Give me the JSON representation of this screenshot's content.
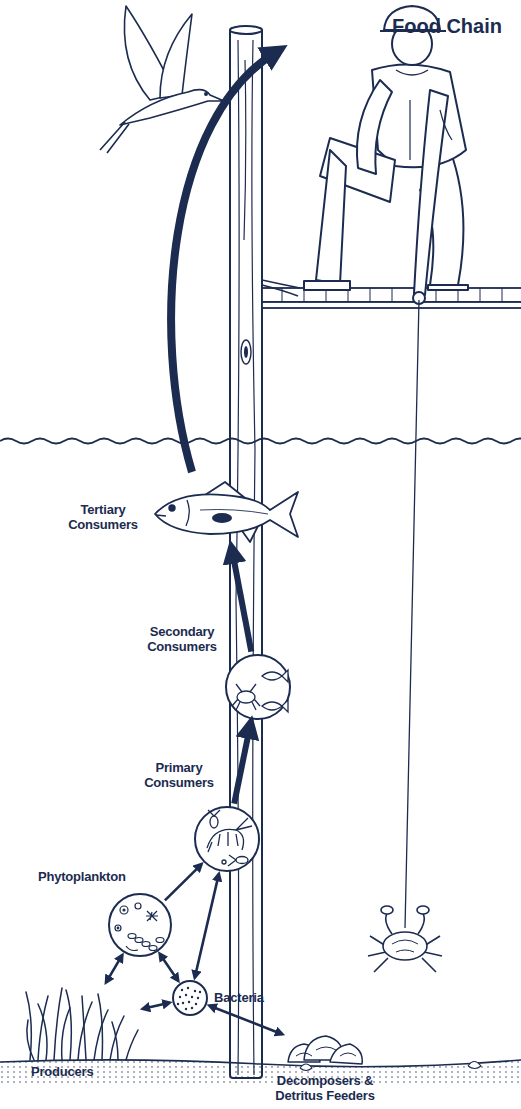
{
  "diagram": {
    "title": "Food Chain",
    "nodes": [
      {
        "text": [
          "Tertiary Consumers"
        ]
      },
      {
        "text": [
          "Secondary Consumers"
        ]
      },
      {
        "text": [
          "Primary Consumers"
        ]
      },
      {
        "text": [
          "Phytoplankton"
        ]
      },
      {
        "text": [
          "Bacteria"
        ]
      },
      {
        "text": [
          "Producers"
        ]
      },
      {
        "text": [
          "Decomposers & Detritus Feeders"
        ]
      }
    ],
    "edges": [
      {
        "from": 5,
        "to": 3,
        "arrow": "both"
      },
      {
        "from": 5,
        "to": 4,
        "arrow": "both"
      },
      {
        "from": 3,
        "to": 4,
        "arrow": "both"
      },
      {
        "from": 3,
        "to": 2,
        "arrow": "to"
      },
      {
        "from": 4,
        "to": 2,
        "arrow": "both"
      },
      {
        "from": 4,
        "to": 6,
        "arrow": "both"
      },
      {
        "from": 2,
        "to": 1,
        "arrow": "to"
      },
      {
        "from": 1,
        "to": 0,
        "arrow": "to"
      }
    ]
  }
}
